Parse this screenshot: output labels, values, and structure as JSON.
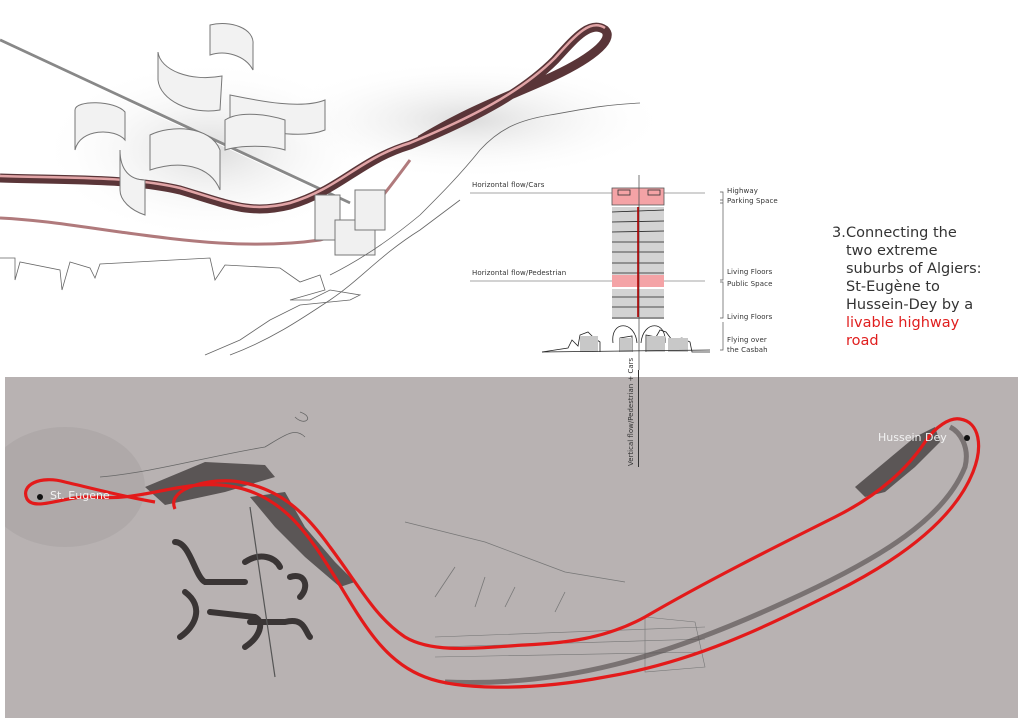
{
  "axonometric": {
    "description": "3D axonometric render of Obus plan: serpentine housing blocks and elevated highway ribbon over Algiers coastline"
  },
  "section": {
    "left_labels": [
      {
        "text": "Horizontal flow/Cars"
      },
      {
        "text": "Horizontal flow/Pedestrian"
      }
    ],
    "right_labels": [
      {
        "text": "Highway"
      },
      {
        "text": "Parking Space"
      },
      {
        "text": "Living Floors"
      },
      {
        "text": "Public Space"
      },
      {
        "text": "Living Floors"
      },
      {
        "text": "Flying over"
      },
      {
        "text": "the Casbah"
      }
    ],
    "vertical_label": "Vertical flow/Pedestrian + Cars",
    "colors": {
      "highlight": "#f4a3a6",
      "floors": "#d3d3d3",
      "axis": "#b00000"
    }
  },
  "caption": {
    "number": "3.",
    "lines": [
      "Connecting the",
      "two extreme",
      "suburbs of Algiers:",
      "St-Eugène to",
      "Hussein-Dey by a"
    ],
    "highlight_lines": [
      "livable highway",
      "road"
    ],
    "highlight_color": "#e01e1e"
  },
  "map": {
    "labels": [
      {
        "text": "St. Eugene"
      },
      {
        "text": "Hussein Dey"
      }
    ],
    "route_color": "#e31a1a",
    "background": "#b7b1b1"
  }
}
